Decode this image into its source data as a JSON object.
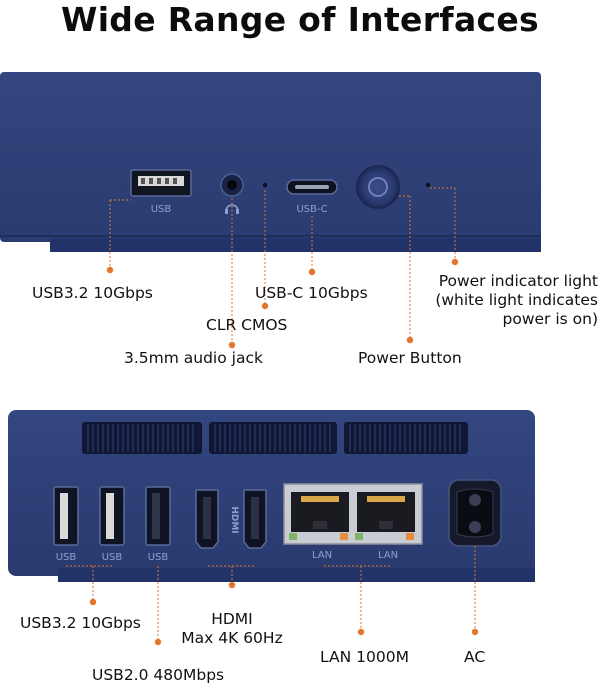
{
  "title": "Wide Range of Interfaces",
  "colors": {
    "chassis": "#2d3f77",
    "chassis_dark": "#1f2d5a",
    "accent_dot": "#e3762a",
    "leader_line": "#e3762a",
    "text": "#111111"
  },
  "front_panel": {
    "port_labels": [
      "USB",
      "USB-C"
    ],
    "callouts": {
      "usb32": "USB3.2 10Gbps",
      "usbc": "USB-C 10Gbps",
      "clr_cmos": "CLR CMOS",
      "audio": "3.5mm audio jack",
      "power_button": "Power Button",
      "power_light": [
        "Power indicator light",
        "(white light indicates",
        "power is on)"
      ]
    },
    "icons": [
      "usb-a-port-icon",
      "audio-jack-icon",
      "headphone-icon",
      "usb-c-port-icon",
      "power-button-icon",
      "clr-cmos-hole-icon",
      "indicator-light-icon"
    ]
  },
  "rear_panel": {
    "port_labels": [
      "USB",
      "USB",
      "USB",
      "HDMI",
      "LAN",
      "LAN"
    ],
    "callouts": {
      "usb32": "USB3.2 10Gbps",
      "usb20": "USB2.0 480Mbps",
      "hdmi": [
        "HDMI",
        "Max 4K 60Hz"
      ],
      "lan": "LAN 1000M",
      "ac": "AC"
    },
    "icons": [
      "usb-a-port-icon",
      "hdmi-port-icon",
      "rj45-port-icon",
      "ac-power-socket-icon",
      "vent-grille-icon"
    ]
  }
}
